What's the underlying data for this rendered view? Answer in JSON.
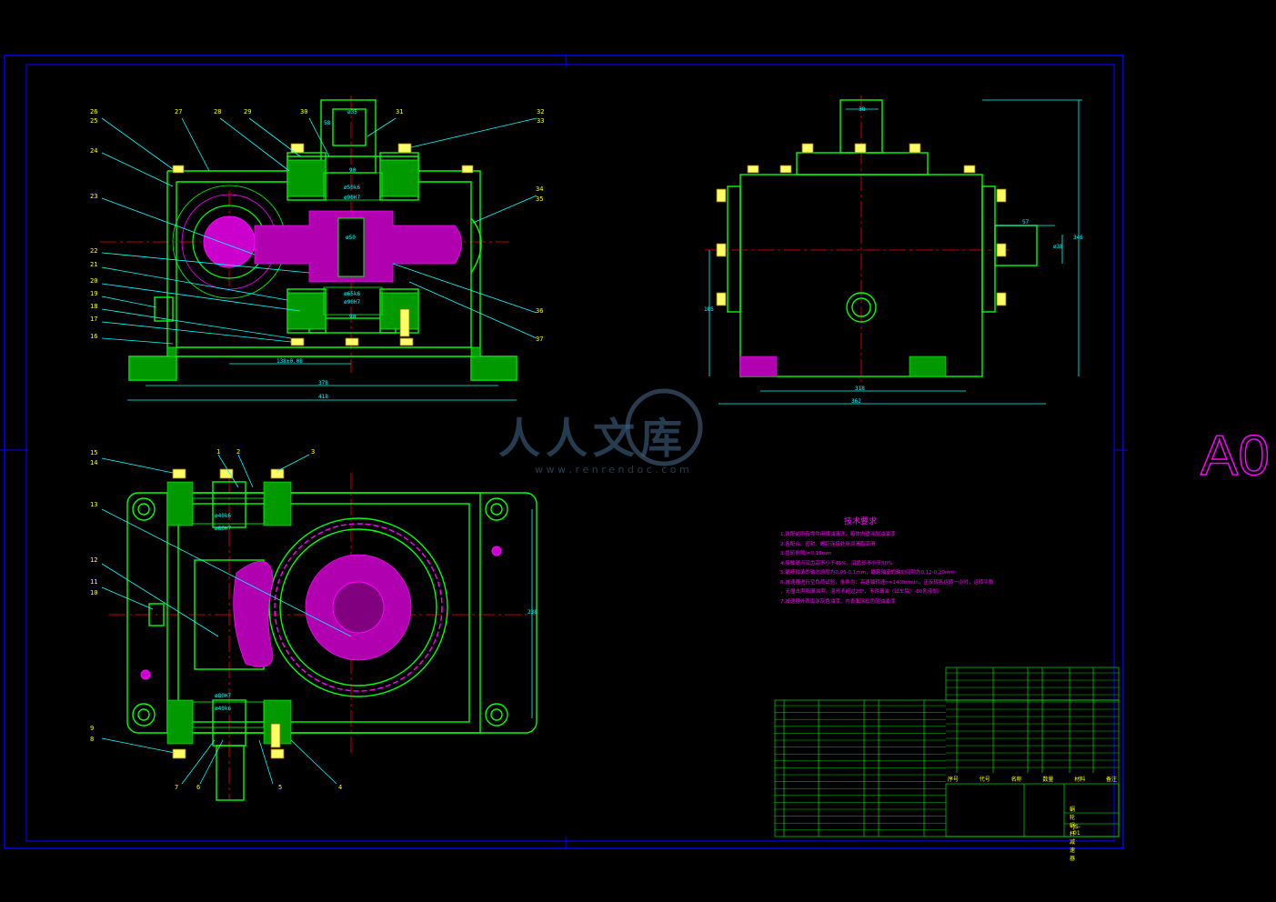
{
  "drawing": {
    "sheet_size_label": "A0",
    "watermark": {
      "text": "人人文库",
      "url": "w w w . r e n r e n d o c . c o m"
    },
    "colors": {
      "background": "#000000",
      "frame": "#0000ff",
      "outline": "#00ff00",
      "hatch": "#ff00ff",
      "leader": "#00ffff",
      "text_yellow": "#ffff00",
      "text_magenta": "#ff00ff",
      "centerline": "#ff0000",
      "dimension": "#00ffff"
    }
  },
  "front_view": {
    "callouts_left": [
      "26",
      "25",
      "24",
      "23",
      "22",
      "21",
      "20",
      "19",
      "18",
      "17",
      "16"
    ],
    "callouts_top": [
      "27",
      "28",
      "29",
      "30",
      "31",
      "32",
      "33"
    ],
    "callouts_right": [
      "34",
      "35",
      "36",
      "37"
    ],
    "dims": {
      "shaft_dia": "ø35",
      "shaft_len": "58",
      "bearing_a": "90",
      "bearing_b": "ø50k6",
      "bearing_c": "ø90H7",
      "worm_dia": "ø50",
      "bottom_a": "ø65k6",
      "bottom_b": "ø90H7",
      "bottom_c": "90",
      "center_dist": "138±0.08",
      "width_inner": "378",
      "width_outer": "418"
    }
  },
  "side_view": {
    "dims": {
      "top_shaft": "38",
      "shaft_ext": "57",
      "shaft_dia": "ø38",
      "height_right": "346",
      "height_left": "185",
      "width_inner": "318",
      "width_outer": "362"
    }
  },
  "top_view": {
    "callouts_left": [
      "15",
      "14",
      "13",
      "12",
      "11",
      "10",
      "9",
      "8",
      "7",
      "6"
    ],
    "callouts_top": [
      "1",
      "2",
      "3"
    ],
    "callouts_bottom": [
      "5",
      "4"
    ],
    "dims": {
      "bear_top_a": "ø40k6",
      "bear_top_b": "ø80H7",
      "bear_bot_a": "ø80H7",
      "bear_bot_b": "ø40k6",
      "height": "238"
    }
  },
  "tech_req": {
    "title": "技术要求",
    "lines": [
      "1.装配前所有零件用煤油清洗，箱体内壁涂耐油油漆",
      "2.各配合、密封、螺钉连接处用润滑脂润滑",
      "3.齿轮侧隙j=0.19mm",
      "4.接触斑点沿齿高不小于45%，沿齿长不小于50%",
      "5.蜗杆轴承的轴向游隙为0.05-0.1mm，蜗轮轴承的轴向间隙为0.12-0.20mm",
      "6.减速器进行空负荷试验，条件为：高速轴转速n=1400r/min，正反转各运转一小时，运转平稳",
      "，无撞击声和漏油声，温升不超过20°，不得漏油（试车后）-60乳液加）",
      "7.减速器外表面涂灰色油漆，内表面涂红色耐油油漆"
    ]
  },
  "title_block": {
    "drawing_no": "JS-01",
    "name": "蜗轮蜗杆减速器",
    "header_cols": [
      "序号",
      "代号",
      "名称",
      "数量",
      "材料",
      "备注"
    ]
  }
}
